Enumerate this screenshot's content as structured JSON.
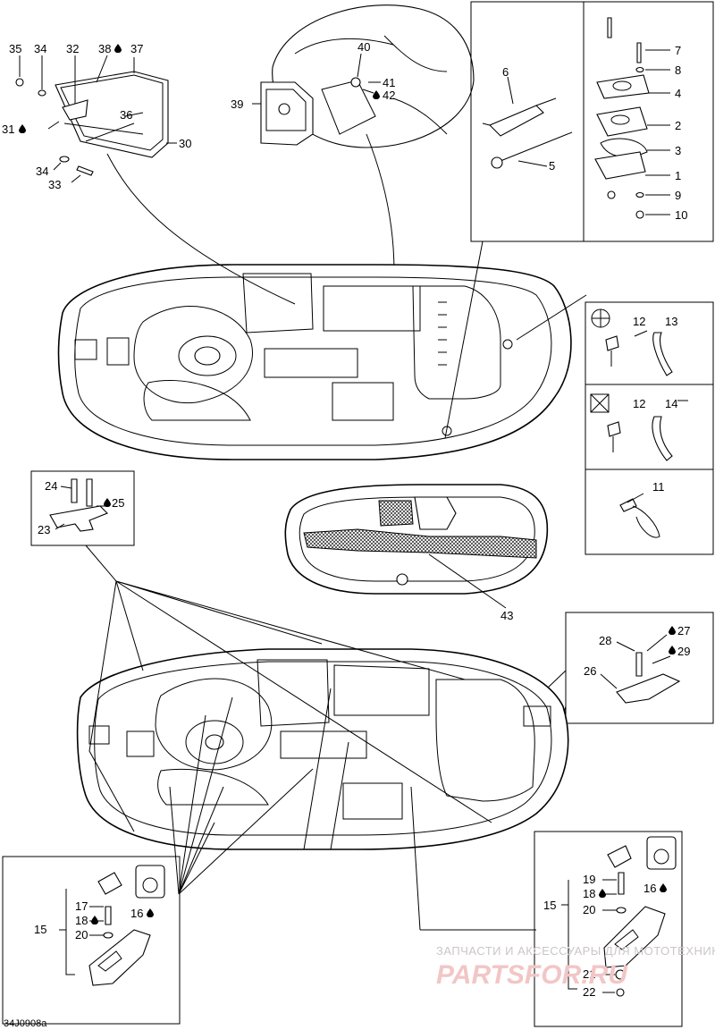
{
  "diagram": {
    "drawing_code": "34J0908a",
    "watermark": {
      "line1": "ЗАПЧАСТИ И АКСЕССУАРЫ ДЛЯ МОТОТЕХНИКИ",
      "line2": "PARTSFOR.RU"
    },
    "callouts": {
      "c1": "1",
      "c2": "2",
      "c3": "3",
      "c4": "4",
      "c5": "5",
      "c6": "6",
      "c7": "7",
      "c8": "8",
      "c9": "9",
      "c10": "10",
      "c11": "11",
      "c12a": "12",
      "c12b": "12",
      "c13": "13",
      "c14": "14",
      "c15a": "15",
      "c15b": "15",
      "c16a": "16",
      "c16b": "16",
      "c17": "17",
      "c18a": "18",
      "c18b": "18",
      "c19": "19",
      "c20a": "20",
      "c20b": "20",
      "c21": "21",
      "c22": "22",
      "c23": "23",
      "c24": "24",
      "c25": "25",
      "c26": "26",
      "c27": "27",
      "c28": "28",
      "c29": "29",
      "c30": "30",
      "c31": "31",
      "c32": "32",
      "c33": "33",
      "c34a": "34",
      "c34b": "34",
      "c35": "35",
      "c36": "36",
      "c37": "37",
      "c38": "38",
      "c39": "39",
      "c40": "40",
      "c41": "41",
      "c42": "42",
      "c43": "43"
    }
  }
}
